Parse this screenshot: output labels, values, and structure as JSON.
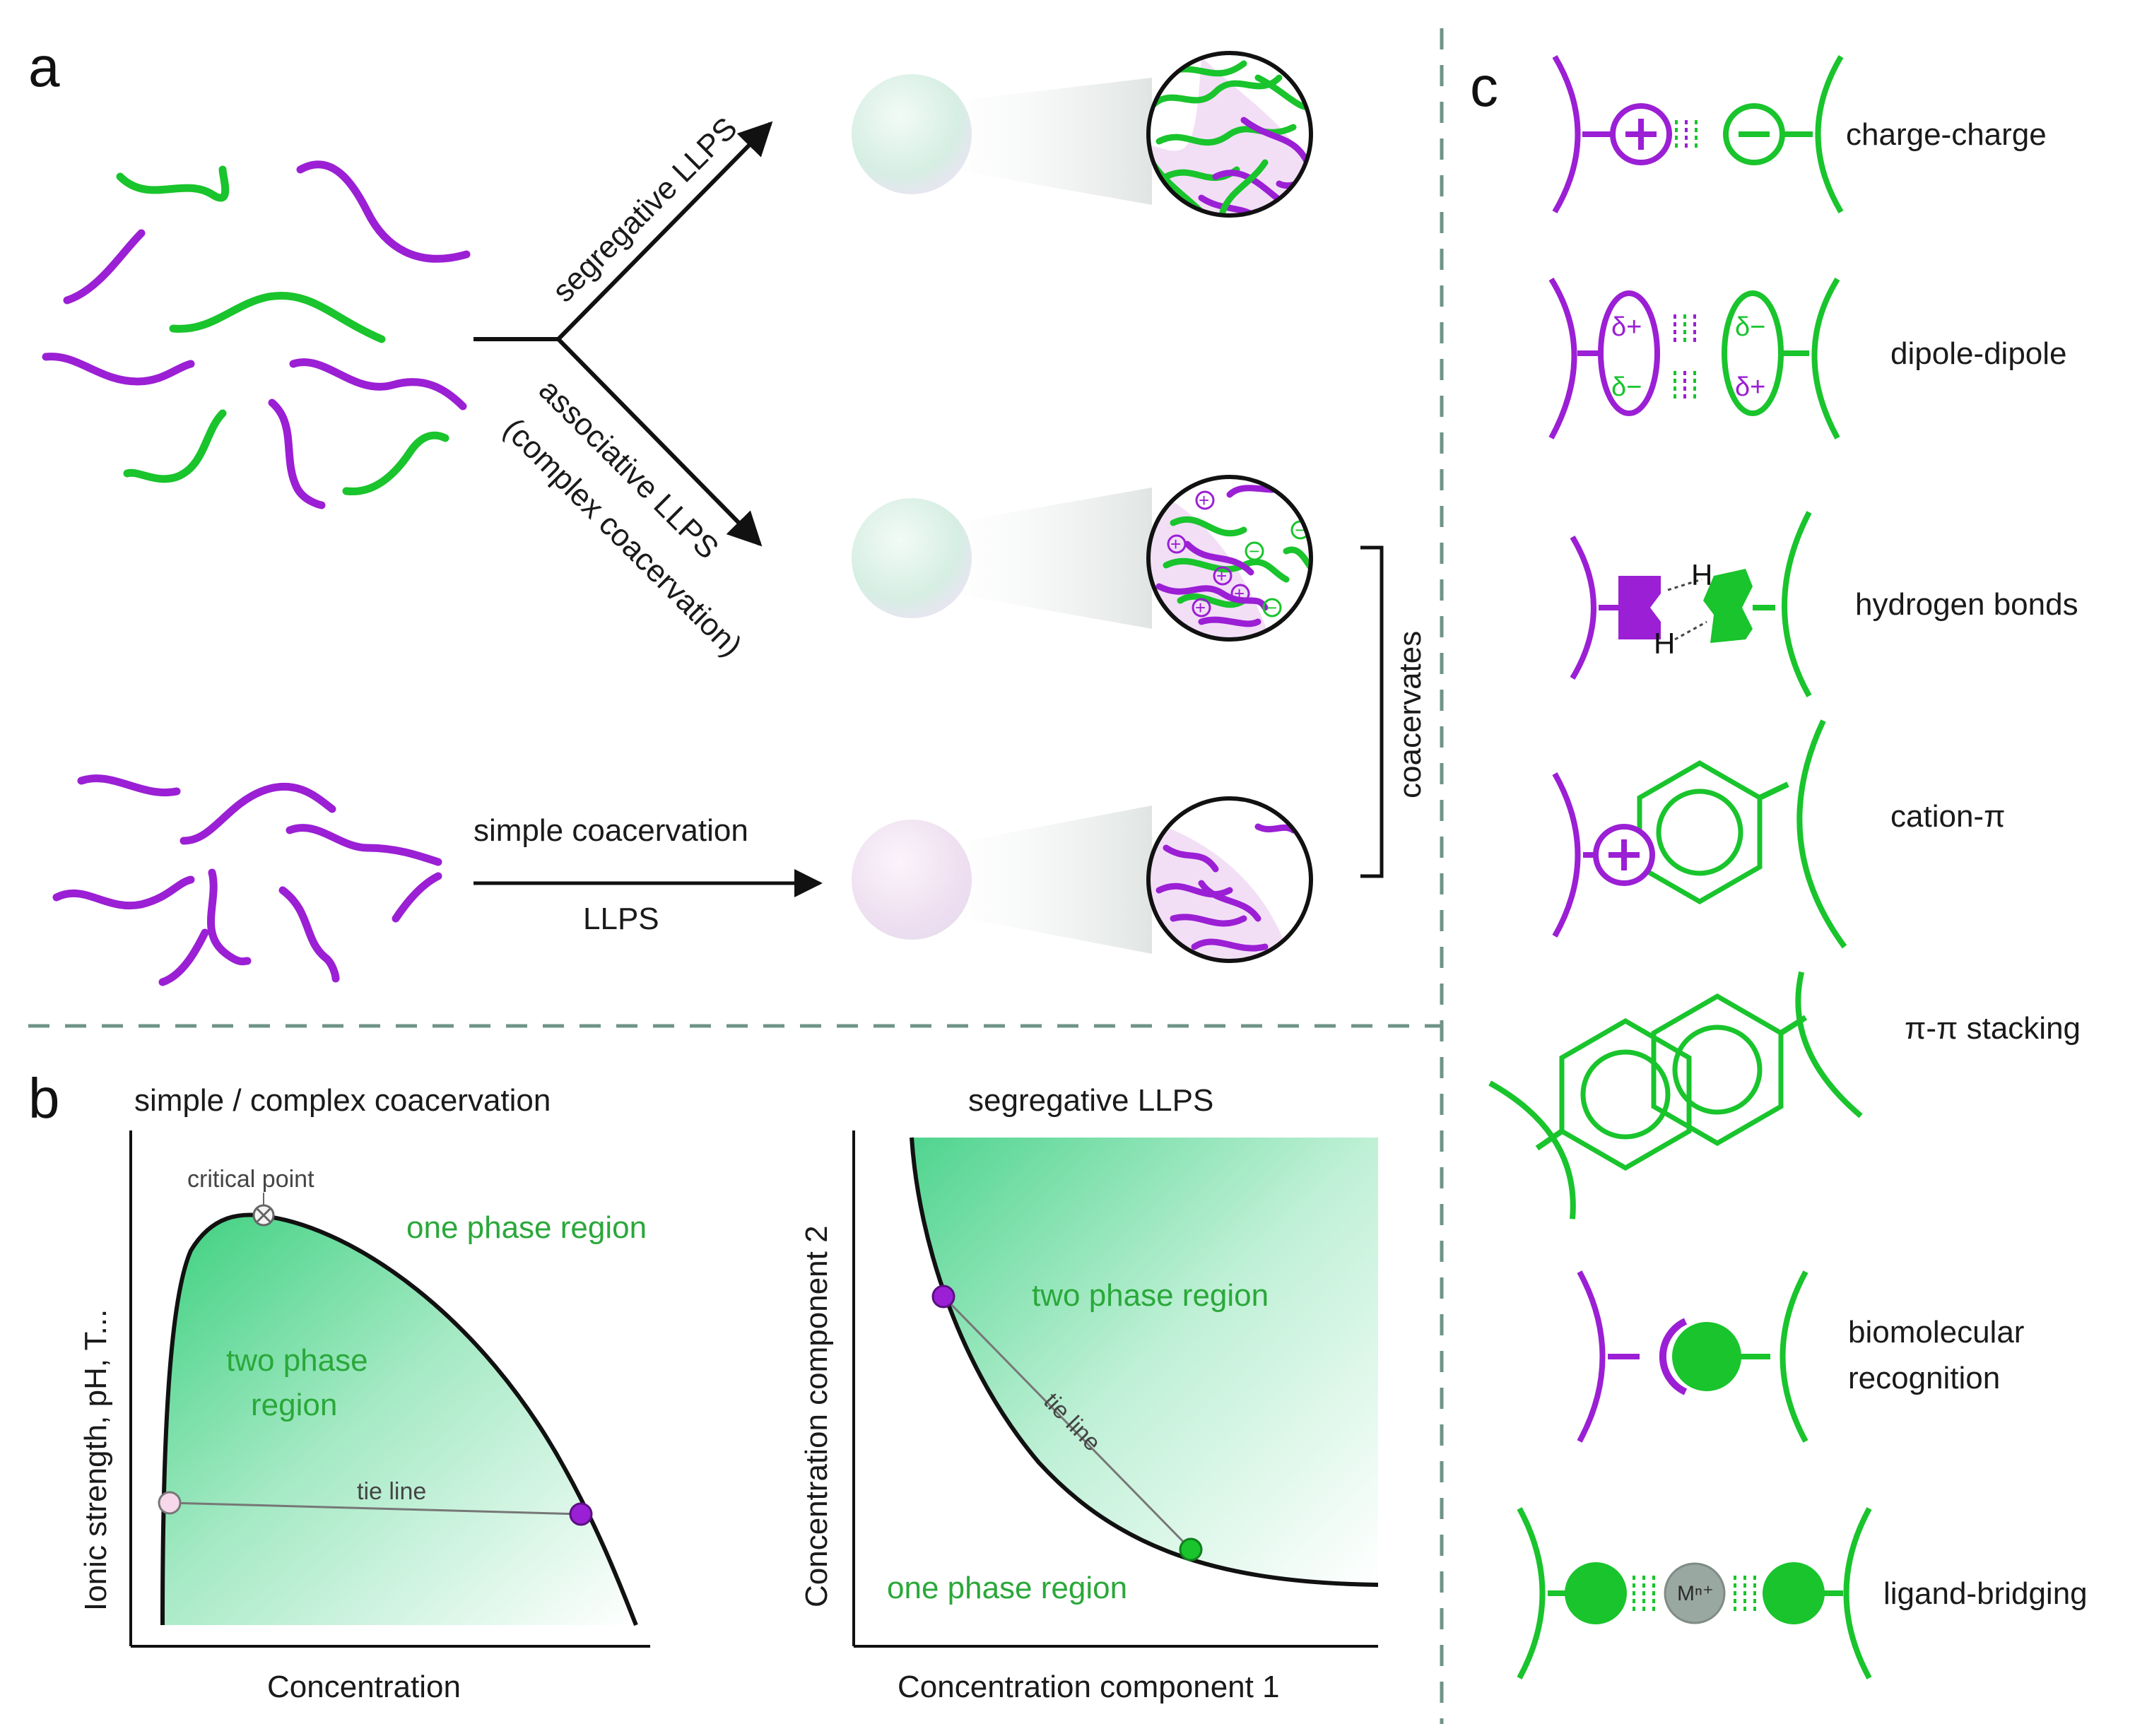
{
  "panels": {
    "a": "a",
    "b": "b",
    "c": "c"
  },
  "panel_a": {
    "segregative": "segregative LLPS",
    "associative_1": "associative LLPS",
    "associative_2": "(complex coacervation)",
    "simple_top": "simple coacervation",
    "simple_bottom": "LLPS",
    "coacervates": "coacervates"
  },
  "panel_b": {
    "left": {
      "title": "simple / complex coacervation",
      "ylabel": "Ionic strength, pH, T...",
      "xlabel": "Concentration",
      "critical": "critical point",
      "one_phase": "one phase region",
      "two_phase_1": "two phase",
      "two_phase_2": "region",
      "tie_line": "tie line"
    },
    "right": {
      "title": "segregative LLPS",
      "ylabel": "Concentration component 2",
      "xlabel": "Concentration component 1",
      "two_phase": "two phase region",
      "one_phase": "one phase region",
      "tie_line": "tie line"
    }
  },
  "panel_c": {
    "items": [
      {
        "label": "charge-charge"
      },
      {
        "label": "dipole-dipole"
      },
      {
        "label": "hydrogen bonds"
      },
      {
        "label": "cation-π"
      },
      {
        "label": "π-π stacking"
      },
      {
        "label_1": "biomolecular",
        "label_2": "recognition"
      },
      {
        "label": "ligand-bridging"
      }
    ],
    "symbols": {
      "delta_plus": "δ+",
      "delta_minus": "δ−",
      "h": "H",
      "metal": "Mⁿ⁺"
    }
  },
  "colors": {
    "purple": "#9b1fd4",
    "green": "#19c42c",
    "dark_green_text": "#2aa83a",
    "divider": "#6f9488"
  }
}
